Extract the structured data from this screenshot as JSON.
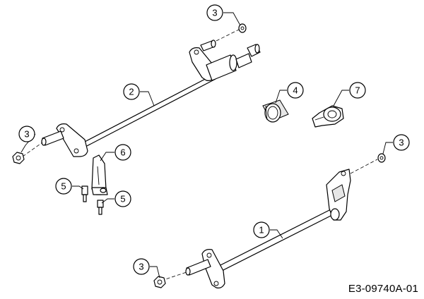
{
  "diagram": {
    "reference": "E3-09740A-01",
    "callouts": [
      {
        "id": "c3a",
        "label": "3"
      },
      {
        "id": "c2",
        "label": "2"
      },
      {
        "id": "c3b",
        "label": "3"
      },
      {
        "id": "c6",
        "label": "6"
      },
      {
        "id": "c5a",
        "label": "5"
      },
      {
        "id": "c5b",
        "label": "5"
      },
      {
        "id": "c4",
        "label": "4"
      },
      {
        "id": "c7",
        "label": "7"
      },
      {
        "id": "c3c",
        "label": "3"
      },
      {
        "id": "c1",
        "label": "1"
      },
      {
        "id": "c3d",
        "label": "3"
      }
    ]
  }
}
